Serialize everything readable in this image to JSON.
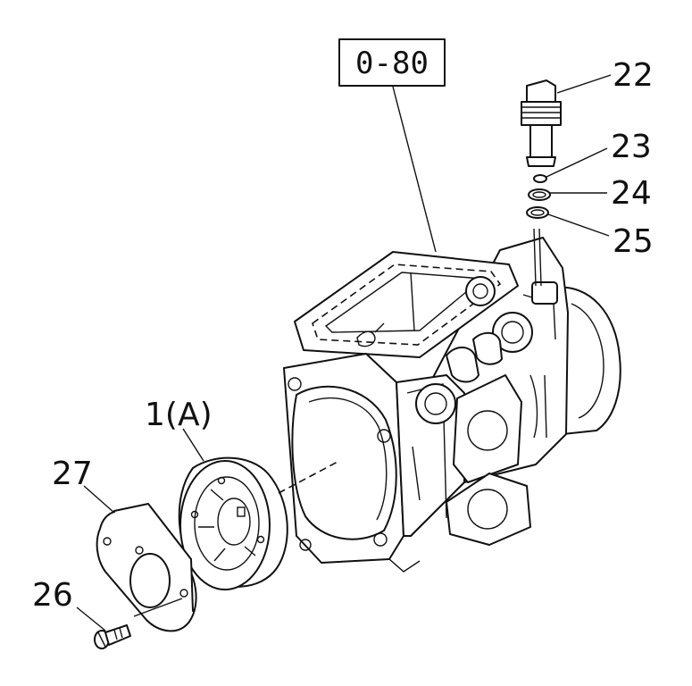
{
  "reference_box": {
    "label": "0-80"
  },
  "callouts": [
    {
      "id": "22",
      "label": "22"
    },
    {
      "id": "23",
      "label": "23"
    },
    {
      "id": "24",
      "label": "24"
    },
    {
      "id": "25",
      "label": "25"
    },
    {
      "id": "1A",
      "label": "1(A)"
    },
    {
      "id": "27",
      "label": "27"
    },
    {
      "id": "26",
      "label": "26"
    }
  ]
}
